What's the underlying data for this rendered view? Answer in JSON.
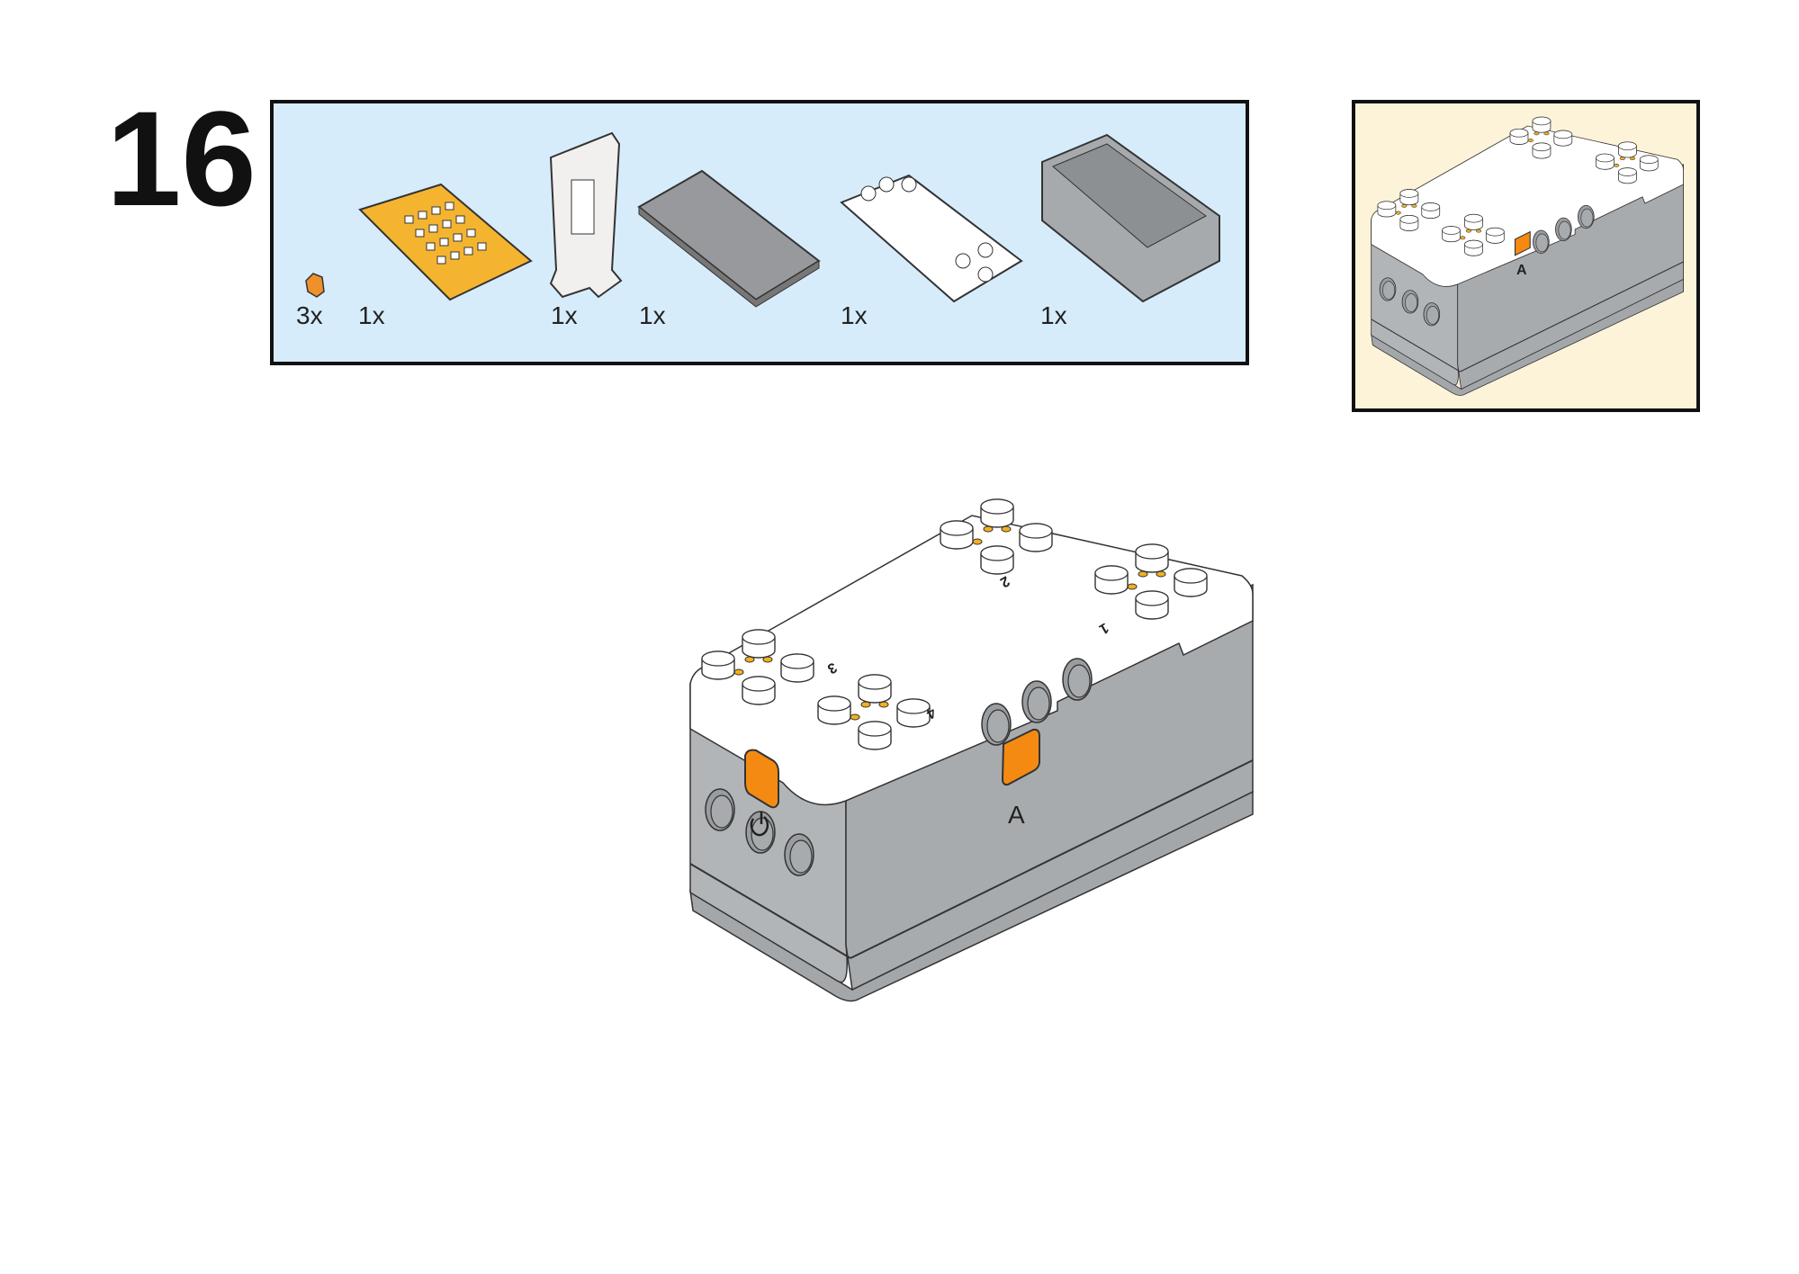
{
  "step": {
    "number": "16"
  },
  "parts_list": {
    "background": "#d7ecfb",
    "items": [
      {
        "name": "orange-pin",
        "qty": "3x"
      },
      {
        "name": "orange-led-plate",
        "qty": "1x"
      },
      {
        "name": "frame-bracket",
        "qty": "1x"
      },
      {
        "name": "circuit-board",
        "qty": "1x"
      },
      {
        "name": "white-top-cover",
        "qty": "1x"
      },
      {
        "name": "gray-housing",
        "qty": "1x"
      }
    ]
  },
  "callout": {
    "background": "#fdf3d9",
    "port_label": "A"
  },
  "assembly": {
    "port_label": "A",
    "port_numbers": [
      "1",
      "2",
      "3",
      "4"
    ],
    "power_icon": "power-icon",
    "colors": {
      "body": "#a7aaad",
      "top": "#ffffff",
      "accent": "#f58a12"
    }
  }
}
